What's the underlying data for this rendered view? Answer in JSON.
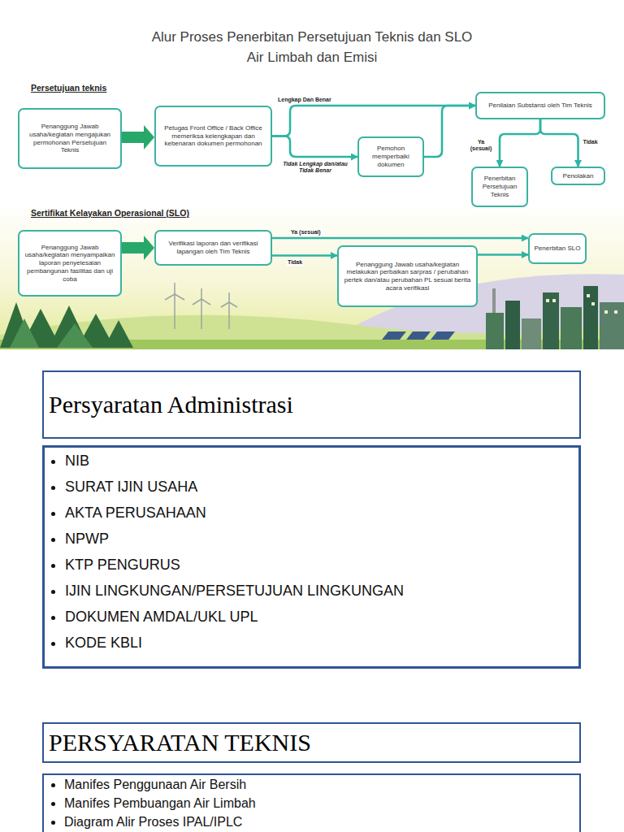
{
  "diagram": {
    "title": "Alur Proses Penerbitan Persetujuan Teknis dan SLO Air Limbah dan Emisi",
    "nodes": [
      {
        "text": [
          "Penanggung Jawab usaha/kegiatan mengajukan permohonan Persetujuan Teknis"
        ]
      },
      {
        "text": [
          "Petugas Front Office / Back Office memeriksa kelengkapan dan kebenaran dokumen permohonan"
        ]
      },
      {
        "text": [
          "Pemohon memperbaiki dokumen"
        ]
      },
      {
        "text": [
          "Penilaian Substansi oleh Tim Teknis"
        ]
      },
      {
        "text": [
          "Penerbitan Persetujuan Teknis"
        ]
      },
      {
        "text": [
          "Penolakan"
        ]
      },
      {
        "text": [
          "Penanggung Jawab usaha/kegiatan menyampaikan laporan penyelesaian pembangunan fasilitas dan uji coba"
        ]
      },
      {
        "text": [
          "Verifikasi laporan dan verifikasi lapangan oleh Tim Teknis"
        ]
      },
      {
        "text": [
          "Penanggung Jawab usaha/kegiatan melakukan perbaikan sarpras / perubahan pertek dan/atau perubahan PL sesuai berita acara verifikasi"
        ]
      },
      {
        "text": [
          "Penerbitan SLO"
        ]
      },
      {
        "text": [
          "Persyaratan Administrasi"
        ]
      },
      {
        "text": [
          "NIB",
          "SURAT IJIN USAHA",
          "AKTA PERUSAHAAN",
          "NPWP",
          "KTP PENGURUS",
          "IJIN LINGKUNGAN/PERSETUJUAN LINGKUNGAN",
          "DOKUMEN AMDAL/UKL UPL",
          "KODE KBLI"
        ]
      },
      {
        "text": [
          "PERSYARATAN TEKNIS"
        ]
      },
      {
        "text": [
          "Manifes Penggunaan Air Bersih",
          "Manifes Pembuangan Air Limbah",
          "Diagram Alir Proses IPAL/IPLC"
        ]
      }
    ],
    "edges": [
      {
        "from": 0,
        "to": 1,
        "arrow": "to"
      },
      {
        "from": 1,
        "to": 3,
        "label": "Lengkap Dan Benar",
        "arrow": "to"
      },
      {
        "from": 1,
        "to": 2,
        "label": "Tidak Lengkap dan/atau Tidak Benar",
        "arrow": "to"
      },
      {
        "from": 2,
        "to": 3,
        "arrow": "to"
      },
      {
        "from": 3,
        "to": 4,
        "label": "Ya (sesuai)",
        "arrow": "to"
      },
      {
        "from": 3,
        "to": 5,
        "label": "Tidak",
        "arrow": "to"
      },
      {
        "from": 6,
        "to": 7,
        "arrow": "to"
      },
      {
        "from": 7,
        "to": 9,
        "label": "Ya (sesuai)",
        "arrow": "to"
      },
      {
        "from": 7,
        "to": 8,
        "label": "Tidak",
        "arrow": "to"
      },
      {
        "from": 8,
        "to": 9,
        "arrow": "to"
      }
    ],
    "labels": [
      "Persetujuan teknis",
      "Sertifikat Kelayakan Operasional (SLO)"
    ]
  }
}
